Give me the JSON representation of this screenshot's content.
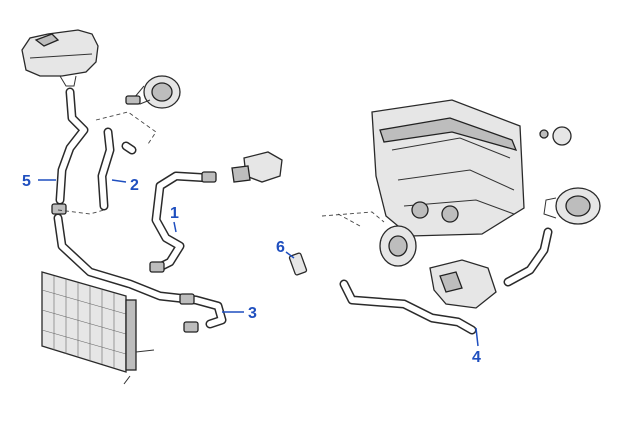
{
  "callouts": [
    {
      "id": "1",
      "label": "1"
    },
    {
      "id": "2",
      "label": "2"
    },
    {
      "id": "3",
      "label": "3"
    },
    {
      "id": "4",
      "label": "4"
    },
    {
      "id": "5",
      "label": "5"
    },
    {
      "id": "6",
      "label": "6"
    }
  ],
  "colors": {
    "callout": "#1f4fbf",
    "line": "#2a2a2a",
    "background": "#ffffff"
  }
}
